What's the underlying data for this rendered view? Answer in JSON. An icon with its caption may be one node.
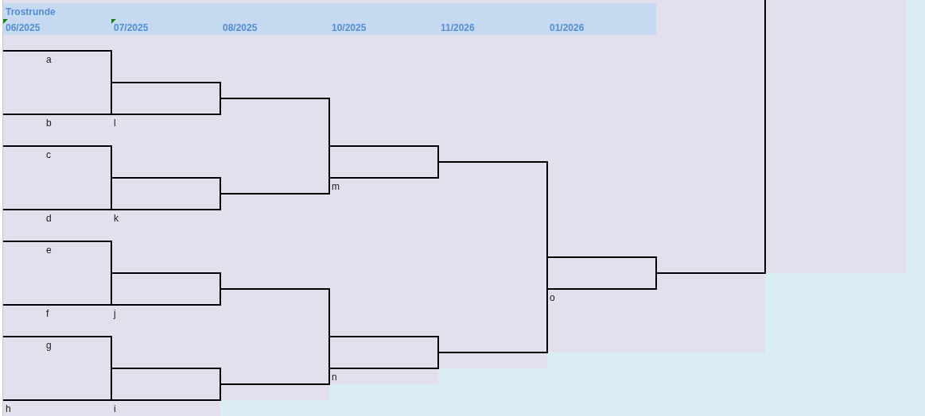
{
  "diagram": {
    "title": "Trostrunde",
    "labels": [
      "06/2025",
      "07/2025",
      "08/2025",
      "10/2025",
      "11/2026",
      "01/2026",
      "a",
      "b",
      "l",
      "c",
      "m",
      "d",
      "k",
      "e",
      "o",
      "f",
      "j",
      "g",
      "n",
      "h",
      "i"
    ]
  }
}
